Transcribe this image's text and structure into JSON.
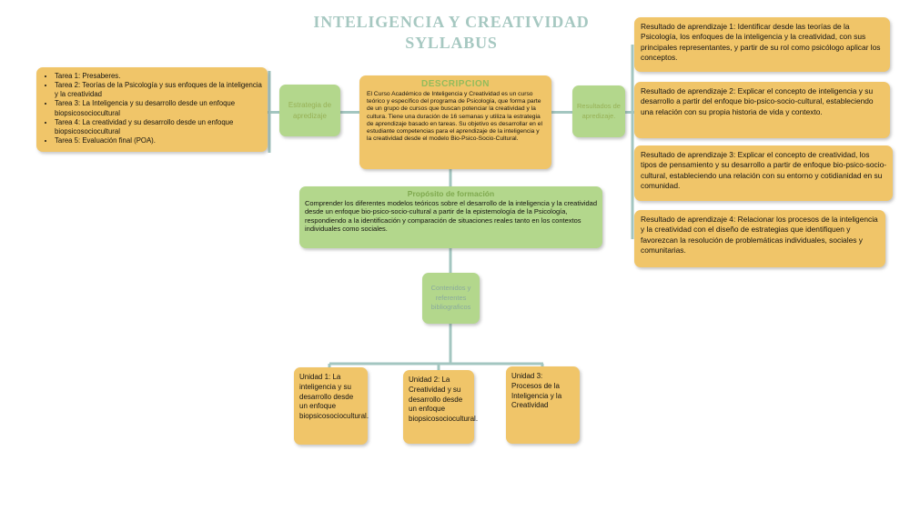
{
  "title": "INTELIGENCIA Y CREATIVIDAD SYLLABUS",
  "colors": {
    "node_orange": "#f0c569",
    "node_green": "#b3d78c",
    "title_teal": "#a6c8c1",
    "connector_teal": "#a3c6c0",
    "descripcion_header_green": "#93bc5c",
    "hub_label_green": "#97b156",
    "proposito_header_green": "#7fa94e",
    "contenidos_label_teal": "#8aab9d"
  },
  "tasks": {
    "items": [
      "Tarea 1: Presaberes.",
      "Tarea 2: Teorías de la Psicología y sus enfoques de la inteligencia y la creatividad",
      "Tarea 3: La Inteligencia y su desarrollo desde un enfoque biopsicosociocultural",
      "Tarea 4: La creatividad y su desarrollo desde un enfoque biopsicosociocultural",
      "Tarea 5: Evaluación final (POA)."
    ]
  },
  "estrategia": {
    "label": "Estrategia de apredizaje"
  },
  "descripcion": {
    "header": "DESCRIPCION",
    "body": "El Curso Académico de Inteligencia y Creatividad es un curso teórico y específico del programa de Psicología, que forma parte de un grupo de cursos que buscan potenciar la creatividad y la cultura. Tiene una duración de 16 semanas y utiliza la estrategia de aprendizaje basado en tareas. Su objetivo es desarrollar en el estudiante competencias para el aprendizaje de la inteligencia y la creatividad desde el modelo Bio-Psico-Socio-Cultural."
  },
  "resultados_hub": {
    "label": "Resultados de apredizaje."
  },
  "resultados": [
    "Resultado de aprendizaje 1: Identificar desde las teorías de la Psicología, los enfoques de la inteligencia y la creatividad, con sus principales representantes, y partir de su rol como psicólogo aplicar los conceptos.",
    "Resultado de aprendizaje 2: Explicar el concepto de inteligencia y su desarrollo a partir del enfoque bio-psico-socio-cultural, estableciendo una relación con su propia historia de vida y contexto.",
    "Resultado de aprendizaje 3: Explicar el concepto de creatividad, los tipos de pensamiento y su desarrollo a partir de enfoque bio-psico-socio-cultural, estableciendo una relación con su entorno y cotidianidad en su comunidad.",
    "Resultado de aprendizaje 4: Relacionar los procesos de la inteligencia y la creatividad con el diseño de estrategias que identifiquen y favorezcan la resolución de problemáticas individuales, sociales y comunitarias."
  ],
  "proposito": {
    "header": "Propósito de formación",
    "body": "Comprender los diferentes modelos teóricos sobre el desarrollo de la inteligencia y la creatividad desde un enfoque bio-psico-socio-cultural a partir de la epistemología de la Psicología, respondiendo a la identificación y comparación de situaciones reales tanto en los contextos individuales como sociales."
  },
  "contenidos": {
    "label": "Contenidos y referentes bibliograficos"
  },
  "unidades": [
    "Unidad 1: La inteligencia y su desarrollo desde un enfoque biopsicosociocultural.",
    "Unidad 2: La Creatividad y su desarrollo desde un enfoque biopsicosociocultural.",
    "Unidad 3: Procesos de la Inteligencia y la Creatividad"
  ]
}
